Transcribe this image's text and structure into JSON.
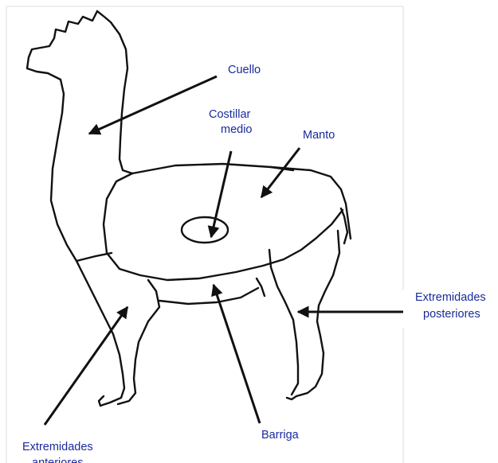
{
  "labels": {
    "cuello": "Cuello",
    "costillar_line1": "Costillar",
    "costillar_line2": "medio",
    "manto": "Manto",
    "ext_post_line1": "Extremidades",
    "ext_post_line2": "posteriores",
    "ext_ant_line1": "Extremidades",
    "ext_ant_line2": "anteriores",
    "barriga": "Barriga"
  },
  "colors": {
    "label_text": "#1a2a9c",
    "outline": "#111111"
  }
}
